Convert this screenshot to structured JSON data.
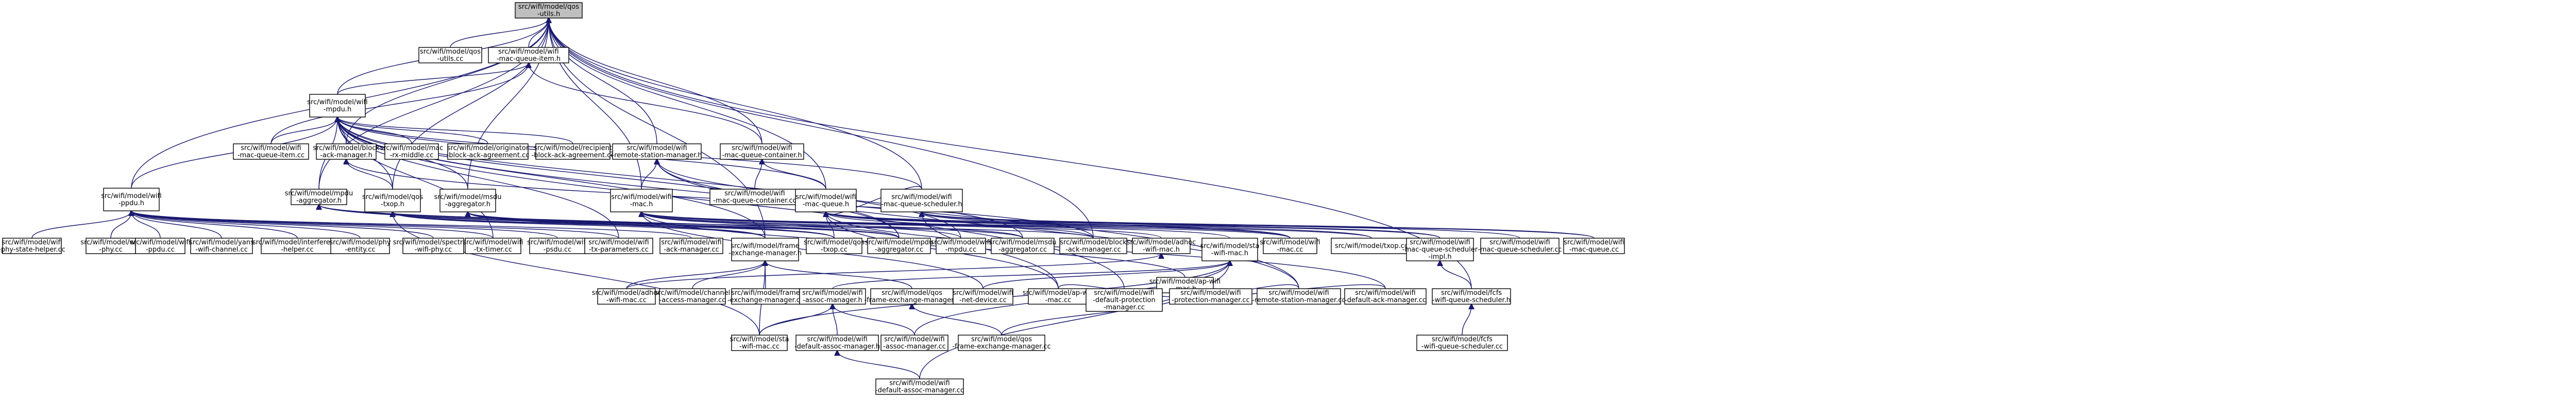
{
  "graph_title": "src/wifi/model/qos-utils.h",
  "nodes": {
    "root": [
      "src/wifi/model/qos",
      "-utils.h"
    ],
    "qosutils_cc": [
      "src/wifi/model/qos",
      "-utils.cc"
    ],
    "wmqe_h": [
      "src/wifi/model/wifi",
      "-mac-queue-item.h"
    ],
    "mpdu_h": [
      "src/wifi/model/wifi",
      "-mpdu.h"
    ],
    "wmqe_cc": [
      "src/wifi/model/wifi",
      "-mac-queue-item.cc"
    ],
    "bam_h": [
      "src/wifi/model/block",
      "-ack-manager.h"
    ],
    "wmh_cc": [
      "src/wifi/model/mac",
      "-rx-middle.cc"
    ],
    "origbaa_cc": [
      "src/wifi/model/originator",
      "-block-ack-agreement.cc"
    ],
    "recbaa_cc": [
      "src/wifi/model/recipient",
      "-block-ack-agreement.cc"
    ],
    "rsm_h": [
      "src/wifi/model/wifi",
      "-remote-station-manager.h"
    ],
    "wmqc_h": [
      "src/wifi/model/wifi",
      "-mac-queue-container.h"
    ],
    "wifi_ppdu_h": [
      "src/wifi/model/wifi",
      "-ppdu.h"
    ],
    "mpdu_agg_h": [
      "src/wifi/model/mpdu",
      "-aggregator.h"
    ],
    "qos_txop_h": [
      "src/wifi/model/qos",
      "-txop.h"
    ],
    "msdu_agg_h": [
      "src/wifi/model/msdu",
      "-aggregator.h"
    ],
    "wifi_mac_h": [
      "src/wifi/model/wifi",
      "-mac.h"
    ],
    "wmqc_cc": [
      "src/wifi/model/wifi",
      "-mac-queue-container.cc"
    ],
    "wmq_h": [
      "src/wifi/model/wifi",
      "-mac-queue.h"
    ],
    "wmqs_h": [
      "src/wifi/model/wifi",
      "-mac-queue-scheduler.h"
    ],
    "wpsh_cc": [
      "src/wifi/model/wifi",
      "-phy-state-helper.cc"
    ],
    "wphy_cc": [
      "src/wifi/model/wifi",
      "-phy.cc"
    ],
    "wppdu_cc": [
      "src/wifi/model/wifi",
      "-ppdu.cc"
    ],
    "yans_cc": [
      "src/wifi/model/yans",
      "-wifi-channel.cc"
    ],
    "interf_cc": [
      "src/wifi/model/interference",
      "-helper.cc"
    ],
    "phyent_cc": [
      "src/wifi/model/phy",
      "-entity.cc"
    ],
    "spectrum_cc": [
      "src/wifi/model/spectrum",
      "-wifi-phy.cc"
    ],
    "txtimer_cc": [
      "src/wifi/model/wifi",
      "-tx-timer.cc"
    ],
    "psdu_cc": [
      "src/wifi/model/wifi",
      "-psdu.cc"
    ],
    "txparams_cc": [
      "src/wifi/model/wifi",
      "-tx-parameters.cc"
    ],
    "wam_cc": [
      "src/wifi/model/wifi",
      "-ack-manager.cc"
    ],
    "fem_h": [
      "src/wifi/model/frame",
      "-exchange-manager.h"
    ],
    "qostxop_cc": [
      "src/wifi/model/qos",
      "-txop.cc"
    ],
    "mpduagg_cc": [
      "src/wifi/model/mpdu",
      "-aggregator.cc"
    ],
    "wmpdu_cc": [
      "src/wifi/model/wifi",
      "-mpdu.cc"
    ],
    "msduagg_cc": [
      "src/wifi/model/msdu",
      "-aggregator.cc"
    ],
    "bam_cc": [
      "src/wifi/model/block",
      "-ack-manager.cc"
    ],
    "adhoc_h": [
      "src/wifi/model/adhoc",
      "-wifi-mac.h"
    ],
    "sta_h": [
      "src/wifi/model/sta",
      "-wifi-mac.h"
    ],
    "wmac_cc": [
      "src/wifi/model/wifi",
      "-mac.cc"
    ],
    "txop_cc": [
      "src/wifi/model/txop.cc"
    ],
    "wmqsi_h": [
      "src/wifi/model/wifi",
      "-mac-queue-scheduler",
      "-impl.h"
    ],
    "wmqs_cc": [
      "src/wifi/model/wifi",
      "-mac-queue-scheduler.cc"
    ],
    "wmq_cc": [
      "src/wifi/model/wifi",
      "-mac-queue.cc"
    ],
    "ap_h": [
      "src/wifi/model/ap-wifi",
      "-mac.h"
    ],
    "adhoc_cc": [
      "src/wifi/model/adhoc",
      "-wifi-mac.cc"
    ],
    "cam_cc": [
      "src/wifi/model/channel",
      "-access-manager.cc"
    ],
    "fem_cc": [
      "src/wifi/model/frame",
      "-exchange-manager.cc"
    ],
    "wam_h": [
      "src/wifi/model/wifi",
      "-assoc-manager.h"
    ],
    "qfem_h": [
      "src/wifi/model/qos",
      "-frame-exchange-manager.h"
    ],
    "wnd_cc": [
      "src/wifi/model/wifi",
      "-net-device.cc"
    ],
    "apmac_cc": [
      "src/wifi/model/ap-wifi",
      "-mac.cc"
    ],
    "dpm_cc": [
      "src/wifi/model/wifi",
      "-default-protection",
      "-manager.cc"
    ],
    "wpm_cc": [
      "src/wifi/model/wifi",
      "-protection-manager.cc"
    ],
    "rsm_cc": [
      "src/wifi/model/wifi",
      "-remote-station-manager.cc"
    ],
    "dam_cc": [
      "src/wifi/model/wifi",
      "-default-ack-manager.cc"
    ],
    "fcfs_h": [
      "src/wifi/model/fcfs",
      "-wifi-queue-scheduler.h"
    ],
    "stamac_cc": [
      "src/wifi/model/sta",
      "-wifi-mac.cc"
    ],
    "dassoc_h": [
      "src/wifi/model/wifi",
      "-default-assoc-manager.h"
    ],
    "assocmgr_cc": [
      "src/wifi/model/wifi",
      "-assoc-manager.cc"
    ],
    "qfem_cc": [
      "src/wifi/model/qos",
      "-frame-exchange-manager.cc"
    ],
    "fcfs_cc": [
      "src/wifi/model/fcfs",
      "-wifi-queue-scheduler.cc"
    ],
    "dassoc_cc": [
      "src/wifi/model/wifi",
      "-default-assoc-manager.cc"
    ]
  },
  "edges": [
    [
      "qosutils_cc",
      "root"
    ],
    [
      "wmqe_h",
      "root"
    ],
    [
      "mpdu_h",
      "root"
    ],
    [
      "rsm_h",
      "root"
    ],
    [
      "wmqc_h",
      "root"
    ],
    [
      "wifi_mac_h",
      "root"
    ],
    [
      "wmq_h",
      "root"
    ],
    [
      "wmqs_h",
      "root"
    ],
    [
      "qos_txop_h",
      "root"
    ],
    [
      "bam_h",
      "root"
    ],
    [
      "mpdu_agg_h",
      "root"
    ],
    [
      "msdu_agg_h",
      "root"
    ],
    [
      "fem_h",
      "root"
    ],
    [
      "bam_cc",
      "root"
    ],
    [
      "fcfs_h",
      "root"
    ],
    [
      "wifi_ppdu_h",
      "root"
    ],
    [
      "mpdu_h",
      "wmqe_h"
    ],
    [
      "wmqe_cc",
      "wmqe_h"
    ],
    [
      "wmqc_h",
      "wmqe_h"
    ],
    [
      "wmqe_cc",
      "mpdu_h"
    ],
    [
      "bam_h",
      "mpdu_h"
    ],
    [
      "wmh_cc",
      "mpdu_h"
    ],
    [
      "origbaa_cc",
      "mpdu_h"
    ],
    [
      "recbaa_cc",
      "mpdu_h"
    ],
    [
      "wifi_ppdu_h",
      "mpdu_h"
    ],
    [
      "mpdu_agg_h",
      "mpdu_h"
    ],
    [
      "qos_txop_h",
      "mpdu_h"
    ],
    [
      "msdu_agg_h",
      "mpdu_h"
    ],
    [
      "wmpdu_cc",
      "mpdu_h"
    ],
    [
      "wmq_h",
      "mpdu_h"
    ],
    [
      "dpm_cc",
      "mpdu_h"
    ],
    [
      "txparams_cc",
      "mpdu_h"
    ],
    [
      "txtimer_cc",
      "mpdu_h"
    ],
    [
      "mpduagg_cc",
      "mpdu_h"
    ],
    [
      "rsm_cc",
      "mpdu_h"
    ],
    [
      "fem_h",
      "mpdu_h"
    ],
    [
      "wmqs_h",
      "mpdu_h"
    ],
    [
      "qos_txop_h",
      "bam_h"
    ],
    [
      "bam_cc",
      "bam_h"
    ],
    [
      "wifi_mac_h",
      "rsm_h"
    ],
    [
      "rsm_cc",
      "rsm_h"
    ],
    [
      "mpduagg_cc",
      "rsm_h"
    ],
    [
      "msduagg_cc",
      "rsm_h"
    ],
    [
      "wmq_h",
      "wmqc_h"
    ],
    [
      "wmqc_cc",
      "wmqc_h"
    ],
    [
      "wpsh_cc",
      "wifi_ppdu_h"
    ],
    [
      "wphy_cc",
      "wifi_ppdu_h"
    ],
    [
      "wppdu_cc",
      "wifi_ppdu_h"
    ],
    [
      "yans_cc",
      "wifi_ppdu_h"
    ],
    [
      "interf_cc",
      "wifi_ppdu_h"
    ],
    [
      "phyent_cc",
      "wifi_ppdu_h"
    ],
    [
      "spectrum_cc",
      "wifi_ppdu_h"
    ],
    [
      "txtimer_cc",
      "wifi_ppdu_h"
    ],
    [
      "psdu_cc",
      "wifi_ppdu_h"
    ],
    [
      "txparams_cc",
      "wifi_ppdu_h"
    ],
    [
      "wam_cc",
      "wifi_ppdu_h"
    ],
    [
      "mpduagg_cc",
      "mpdu_agg_h"
    ],
    [
      "qostxop_cc",
      "mpdu_agg_h"
    ],
    [
      "fem_h",
      "mpdu_agg_h"
    ],
    [
      "qostxop_cc",
      "qos_txop_h"
    ],
    [
      "mpduagg_cc",
      "qos_txop_h"
    ],
    [
      "fem_h",
      "qos_txop_h"
    ],
    [
      "stamac_cc",
      "qos_txop_h"
    ],
    [
      "bam_cc",
      "qos_txop_h"
    ],
    [
      "msduagg_cc",
      "msdu_agg_h"
    ],
    [
      "fem_h",
      "msdu_agg_h"
    ],
    [
      "qostxop_cc",
      "msdu_agg_h"
    ],
    [
      "mpduagg_cc",
      "msdu_agg_h"
    ],
    [
      "adhoc_h",
      "wifi_mac_h"
    ],
    [
      "sta_h",
      "wifi_mac_h"
    ],
    [
      "wmac_cc",
      "wifi_mac_h"
    ],
    [
      "txop_cc",
      "wifi_mac_h"
    ],
    [
      "wmpdu_cc",
      "wifi_mac_h"
    ],
    [
      "msduagg_cc",
      "wifi_mac_h"
    ],
    [
      "mpduagg_cc",
      "wifi_mac_h"
    ],
    [
      "wnd_cc",
      "wifi_mac_h"
    ],
    [
      "ap_h",
      "wifi_mac_h"
    ],
    [
      "wmqs_h",
      "wmq_h"
    ],
    [
      "wmq_cc",
      "wmq_h"
    ],
    [
      "txop_cc",
      "wmq_h"
    ],
    [
      "wmac_cc",
      "wmq_h"
    ],
    [
      "qostxop_cc",
      "wmq_h"
    ],
    [
      "bam_cc",
      "wmq_h"
    ],
    [
      "apmac_cc",
      "wmq_h"
    ],
    [
      "dam_cc",
      "wmq_h"
    ],
    [
      "wmqsi_h",
      "wmq_h"
    ],
    [
      "wmqsi_h",
      "wmqs_h"
    ],
    [
      "wmqs_cc",
      "wmqs_h"
    ],
    [
      "wmq_cc",
      "wmqs_h"
    ],
    [
      "wmac_cc",
      "wmqs_h"
    ],
    [
      "apmac_cc",
      "wmqs_h"
    ],
    [
      "adhoc_cc",
      "adhoc_h"
    ],
    [
      "wam_h",
      "sta_h"
    ],
    [
      "stamac_cc",
      "sta_h"
    ],
    [
      "wnd_cc",
      "sta_h"
    ],
    [
      "assocmgr_cc",
      "sta_h"
    ],
    [
      "dassoc_cc",
      "sta_h"
    ],
    [
      "adhoc_cc",
      "fem_h"
    ],
    [
      "cam_cc",
      "fem_h"
    ],
    [
      "fem_cc",
      "fem_h"
    ],
    [
      "qfem_h",
      "fem_h"
    ],
    [
      "stamac_cc",
      "fem_h"
    ],
    [
      "qfem_cc",
      "qfem_h"
    ],
    [
      "stamac_cc",
      "wam_h"
    ],
    [
      "dassoc_h",
      "wam_h"
    ],
    [
      "assocmgr_cc",
      "wam_h"
    ],
    [
      "dassoc_cc",
      "dassoc_h"
    ],
    [
      "apmac_cc",
      "ap_h"
    ],
    [
      "wpm_cc",
      "ap_h"
    ],
    [
      "rsm_cc",
      "ap_h"
    ],
    [
      "dam_cc",
      "ap_h"
    ],
    [
      "qfem_cc",
      "ap_h"
    ],
    [
      "fcfs_cc",
      "fcfs_h"
    ],
    [
      "fcfs_h",
      "wmqsi_h"
    ]
  ]
}
